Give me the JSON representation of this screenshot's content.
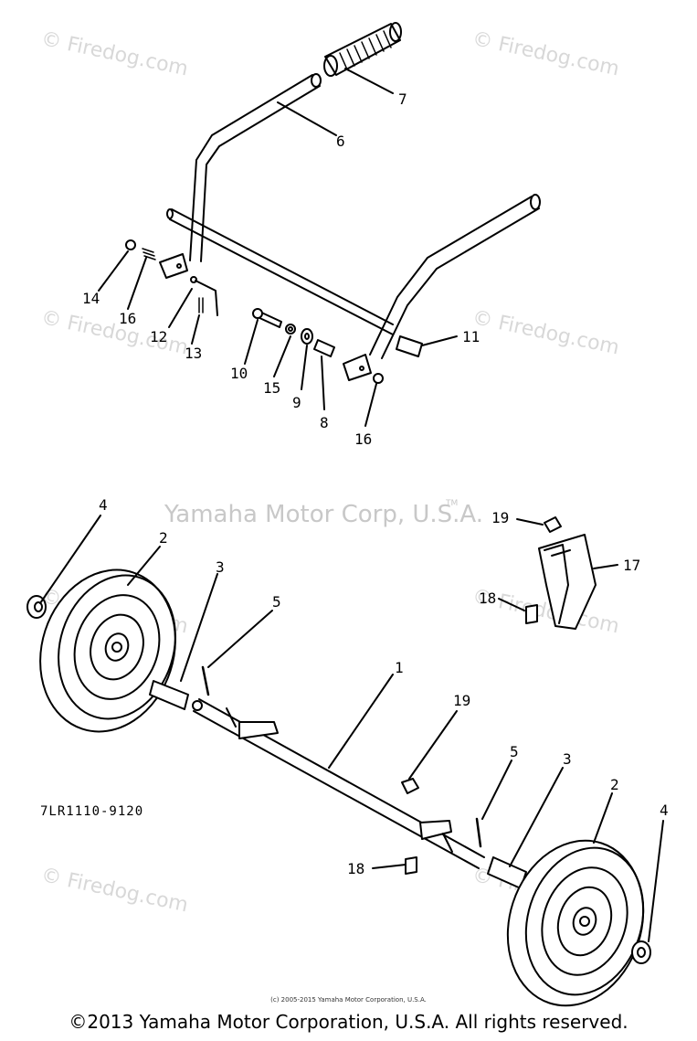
{
  "watermarks": {
    "firedog": [
      "© Firedog.com",
      "© Firedog.com",
      "© Firedog.com",
      "© Firedog.com",
      "© Firedog.com",
      "© Firedog.com",
      "© Firedog.com",
      "© Firedog.com"
    ],
    "yamaha": "Yamaha Motor Corp, U.S.A.",
    "tm": "TM"
  },
  "part_numbers": [
    "1",
    "2",
    "3",
    "4",
    "5",
    "6",
    "7",
    "8",
    "9",
    "10",
    "11",
    "12",
    "13",
    "14",
    "15",
    "16",
    "17",
    "18",
    "19"
  ],
  "labels": {
    "l7": "7",
    "l6": "6",
    "l14": "14",
    "l16a": "16",
    "l12": "12",
    "l13": "13",
    "l10": "10",
    "l15": "15",
    "l9": "9",
    "l8": "8",
    "l16b": "16",
    "l11": "11",
    "l4a": "4",
    "l2a": "2",
    "l3a": "3",
    "l5a": "5",
    "l1": "1",
    "l19a": "19",
    "l17": "17",
    "l18a": "18",
    "l19b": "19",
    "l5b": "5",
    "l3b": "3",
    "l2b": "2",
    "l4b": "4",
    "l18b": "18"
  },
  "diagram_code": "7LR1110-9120",
  "small_copyright": "(c) 2005-2015 Yamaha Motor Corporation, U.S.A.",
  "copyright": "©2013 Yamaha Motor Corporation, U.S.A. All rights reserved."
}
